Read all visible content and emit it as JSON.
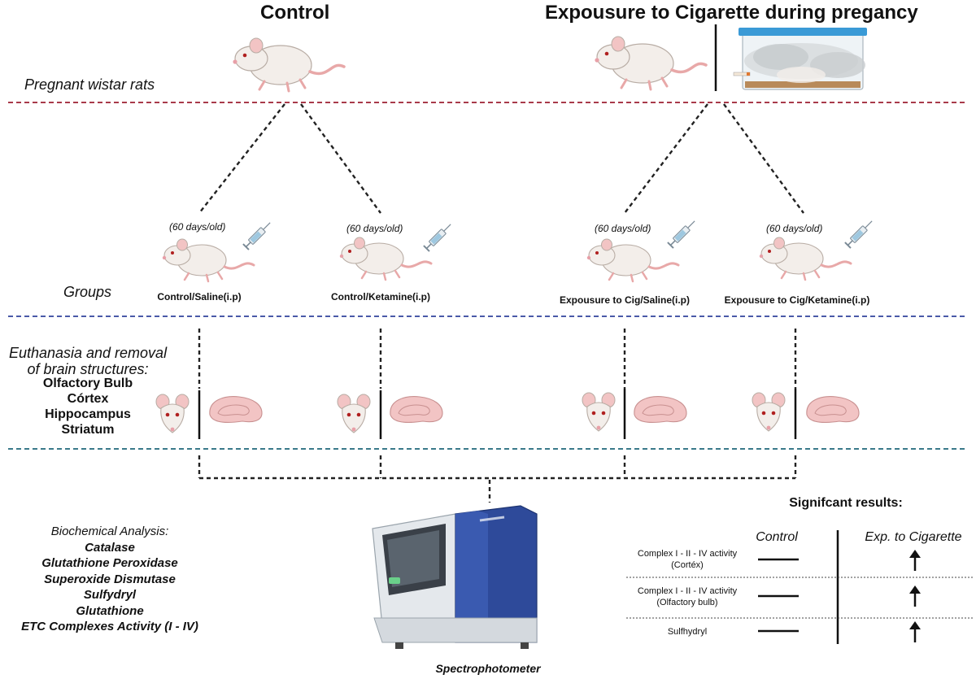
{
  "titles": {
    "control": "Control",
    "exposure": "Expousure to Cigarette during pregancy"
  },
  "left_labels": {
    "pregnant": "Pregnant wistar rats",
    "groups": "Groups",
    "euthanasia_line1": "Euthanasia and removal",
    "euthanasia_line2": "of brain structures:",
    "structures": [
      "Olfactory Bulb",
      "Córtex",
      "Hippocampus",
      "Striatum"
    ]
  },
  "groups": [
    {
      "age": "(60 days/old)",
      "label": "Control/Saline(i.p)"
    },
    {
      "age": "(60 days/old)",
      "label": "Control/Ketamine(i.p)"
    },
    {
      "age": "(60 days/old)",
      "label": "Expousure to Cig/Saline(i.p)"
    },
    {
      "age": "(60 days/old)",
      "label": "Expousure to Cig/Ketamine(i.p)"
    }
  ],
  "biochem": {
    "heading": "Biochemical Analysis:",
    "items": [
      "Catalase",
      "Glutathione Peroxidase",
      "Superoxide Dismutase",
      "Sulfydryl",
      "Glutathione",
      "ETC Complexes Activity (I - IV)"
    ]
  },
  "instrument_label": "Spectrophotometer",
  "results": {
    "heading": "Signifcant results:",
    "col_control": "Control",
    "col_exposure": "Exp. to Cigarette",
    "rows": [
      {
        "line1": "Complex I - II - IV activity",
        "line2": "(Cortéx)"
      },
      {
        "line1": "Complex I - II - IV activity",
        "line2": "(Olfactory bulb)"
      },
      {
        "line1": "Sulfhydryl",
        "line2": ""
      }
    ]
  },
  "colors": {
    "line_red": "#a83a4a",
    "line_blue": "#4a5aa8",
    "line_teal": "#3a7a8a",
    "instrument_blue": "#2e4a9a"
  }
}
